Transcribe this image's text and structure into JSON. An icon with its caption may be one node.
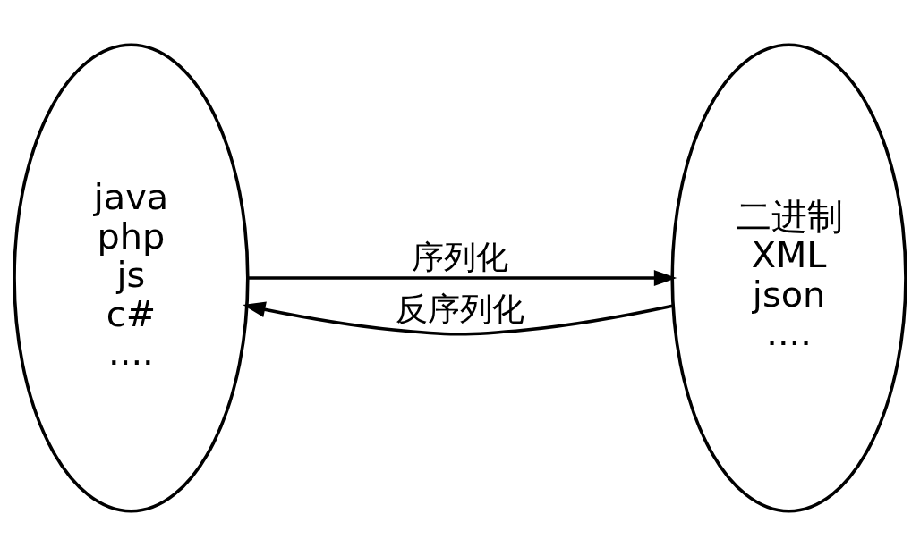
{
  "diagram": {
    "nodes": [
      {
        "text": [
          "java",
          "php",
          "js",
          "c#",
          "...."
        ]
      },
      {
        "text": [
          "二进制",
          "XML",
          "json",
          "...."
        ]
      }
    ],
    "edges": [
      {
        "from": 0,
        "to": 1,
        "arrow": "to",
        "label": "序列化"
      },
      {
        "from": 1,
        "to": 0,
        "arrow": "to",
        "label": "反序列化"
      }
    ]
  }
}
